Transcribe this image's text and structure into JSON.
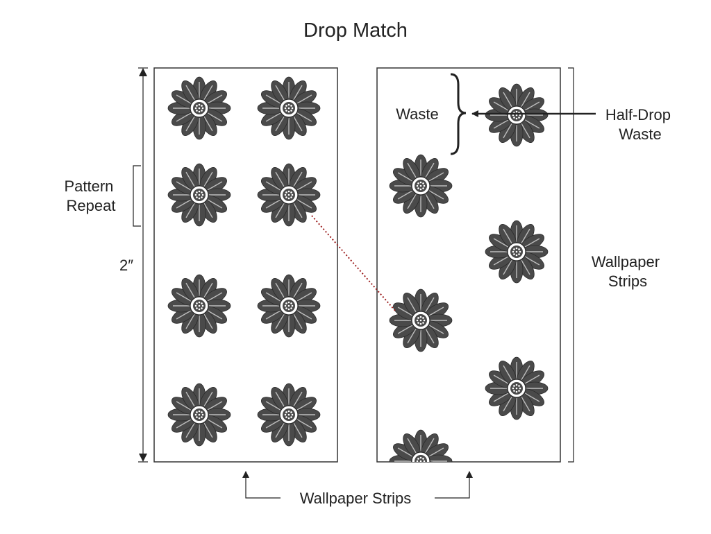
{
  "title": "Drop Match",
  "labels": {
    "pattern_repeat": [
      "Pattern",
      "Repeat"
    ],
    "length_marker": "2″",
    "waste": "Waste",
    "half_drop_waste": [
      "Half-Drop",
      "Waste"
    ],
    "wallpaper_strips_side": [
      "Wallpaper",
      "Strips"
    ],
    "wallpaper_strips_bottom": "Wallpaper Strips"
  },
  "colors": {
    "flower": "#4a4a4a",
    "line": "#333333",
    "match_line": "#9b1c1c",
    "background": "#ffffff"
  },
  "icons": [
    "flower-motif",
    "left-arrow",
    "up-arrow",
    "curly-brace",
    "dotted-match-line"
  ]
}
